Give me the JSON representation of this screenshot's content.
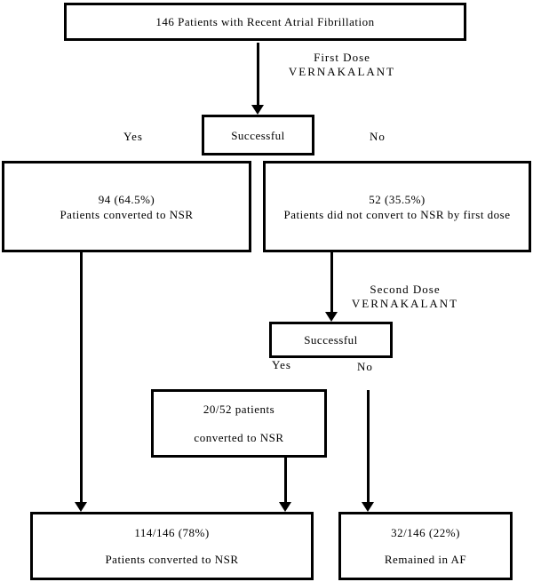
{
  "colors": {
    "line": "#000000",
    "background": "#ffffff"
  },
  "flow": {
    "top_box": "146 Patients with Recent Atrial Fibrillation",
    "first_dose": {
      "line1": "First Dose",
      "line2": "VERNAKALANT"
    },
    "decision1": {
      "label": "Successful",
      "yes": "Yes",
      "no": "No"
    },
    "converted_first": {
      "line1": "94 (64.5%)",
      "line2": "Patients converted to NSR"
    },
    "not_converted_first": {
      "line1": "52 (35.5%)",
      "line2": "Patients did not convert to NSR by first dose"
    },
    "second_dose": {
      "line1": "Second Dose",
      "line2": "VERNAKALANT"
    },
    "decision2": {
      "label": "Successful",
      "yes": "Yes",
      "no": "No"
    },
    "converted_second": {
      "line1": "20/52 patients",
      "line2": "converted to NSR"
    },
    "total_converted": {
      "line1": "114/146 (78%)",
      "line2": "Patients converted to NSR"
    },
    "remained_af": {
      "line1": "32/146 (22%)",
      "line2": "Remained in AF"
    }
  }
}
